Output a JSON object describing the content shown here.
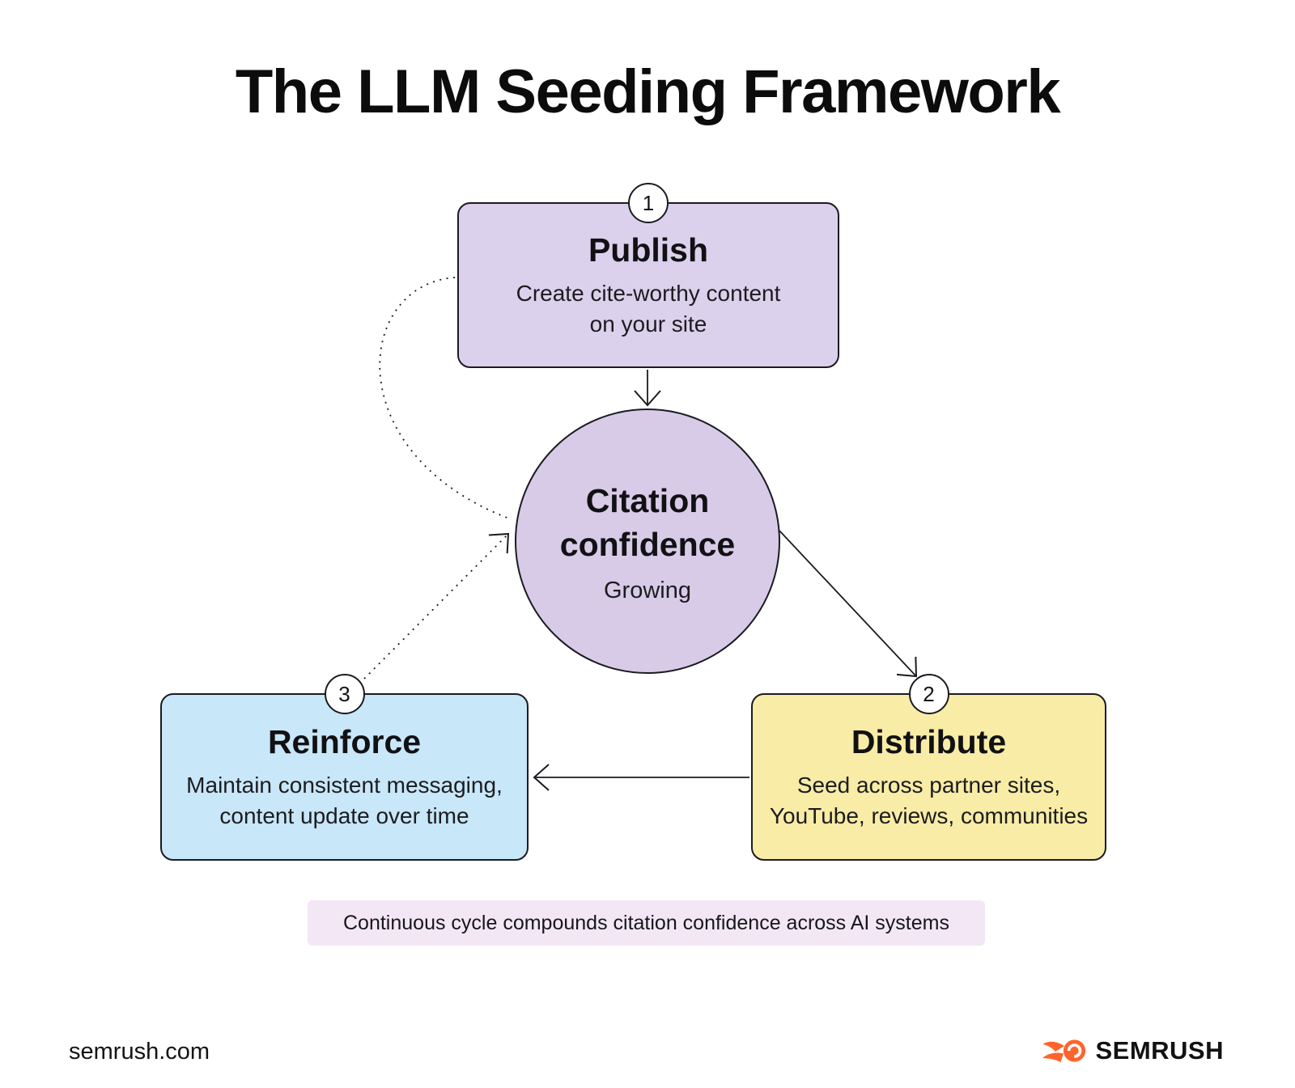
{
  "title": "The LLM Seeding Framework",
  "nodes": {
    "publish": {
      "badge": "1",
      "title": "Publish",
      "subtitle_line1": "Create cite-worthy content",
      "subtitle_line2": "on your site",
      "fill_color": "#dcd1ec"
    },
    "citation": {
      "title_line1": "Citation",
      "title_line2": "confidence",
      "status": "Growing",
      "fill_color": "#d8cbe8"
    },
    "distribute": {
      "badge": "2",
      "title": "Distribute",
      "subtitle_line1": "Seed across partner sites,",
      "subtitle_line2": "YouTube, reviews, communities",
      "fill_color": "#f8eca6"
    },
    "reinforce": {
      "badge": "3",
      "title": "Reinforce",
      "subtitle_line1": "Maintain consistent messaging,",
      "subtitle_line2": "content update over time",
      "fill_color": "#c8e7f8"
    }
  },
  "note": {
    "text": "Continuous cycle compounds citation confidence across AI systems",
    "background_color": "#f3e7f6"
  },
  "footer": {
    "site": "semrush.com",
    "brand": "SEMRUSH",
    "brand_color": "#ff642d"
  },
  "colors": {
    "ink": "#1b1b20",
    "background": "#ffffff"
  }
}
